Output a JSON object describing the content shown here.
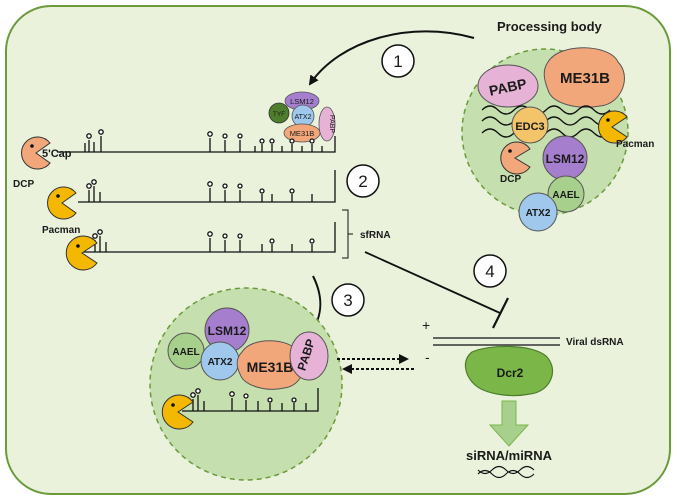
{
  "title": "Processing body",
  "steps": [
    "1",
    "2",
    "3",
    "4"
  ],
  "pbody": {
    "pabp": "PABP",
    "me31b": "ME31B",
    "edc3": "EDC3",
    "pacman": "Pacman",
    "dcp": "DCP",
    "lsm12": "LSM12",
    "aael": "AAEL",
    "atx2": "ATX2"
  },
  "complex": {
    "lsm12": "LSM12",
    "atx2": "ATX2",
    "tyf": "TYF",
    "me31b": "ME31B",
    "pabp": "PABP"
  },
  "left": {
    "dcp": "DCP",
    "cap": "5'Cap",
    "pacman": "Pacman",
    "sfrna": "sfRNA"
  },
  "bottom": {
    "lsm12": "LSM12",
    "aael": "AAEL",
    "atx2": "ATX2",
    "me31b": "ME31B",
    "pabp": "PABP"
  },
  "dicer": {
    "plus": "+",
    "minus": "-",
    "dsrna": "Viral dsRNA",
    "dcr2": "Dcr2",
    "product": "siRNA/miRNA"
  },
  "colors": {
    "cell_fill": "#eaf2dc",
    "cell_stroke": "#6b9a3a",
    "granule_fill": "#c6dfaf",
    "pabp": "#e6b3d6",
    "me31b": "#f2a77a",
    "lsm12": "#a57fcd",
    "atx2": "#9fc8ec",
    "aael": "#a8d08d",
    "edc3": "#f4c46a",
    "pacman": "#f5b800",
    "dcp": "#f2a77a",
    "dcr2": "#7ab648",
    "tyf": "#4e7d2d"
  }
}
